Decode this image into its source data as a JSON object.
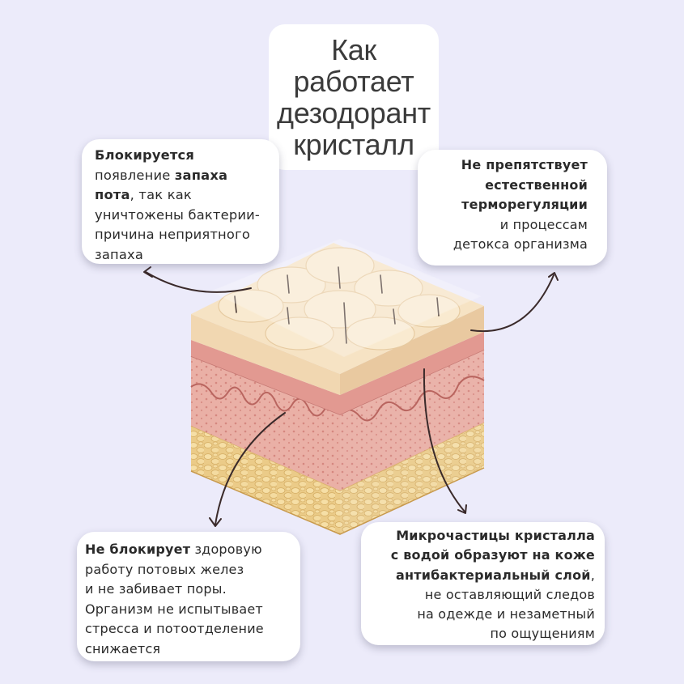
{
  "title": {
    "lines": [
      "Как",
      "работает",
      "дезодорант",
      "кристалл"
    ]
  },
  "cards": {
    "top_left": {
      "l1_bold": "Блокируется",
      "l2_pre": "появление ",
      "l2_bold": "запаха",
      "l3_bold": "пота",
      "l3_post": ", так как",
      "l4": "уничтожены бактерии-",
      "l5": "причина неприятного",
      "l6": "запаха"
    },
    "top_right": {
      "l1_bold": "Не препятствует",
      "l2_bold": "естественной",
      "l3_bold": "терморегуляции",
      "l4": "и процессам",
      "l5": "детокса организма"
    },
    "bottom_left": {
      "l1_bold": "Не блокирует",
      "l1_post": " здоровую",
      "l2": "работу потовых желез",
      "l3": "и не забивает поры.",
      "l4": "Организм не испытывает",
      "l5": "стресса и потоотделение",
      "l6": "снижается"
    },
    "bottom_right": {
      "l1_bold": "Микрочастицы кристалла",
      "l2_bold": "с водой образуют на коже",
      "l3_bold": "антибактериальный слой",
      "l3_post": ",",
      "l4": "не оставляющий следов",
      "l5": "на одежде и незаметный",
      "l6": "по ощущениям"
    }
  },
  "colors": {
    "background": "#ecebfa",
    "card": "#ffffff",
    "text": "#2a2a2a",
    "epidermis": "#f3dcbc",
    "dermis": "#e7a8a0",
    "fat": "#eccb87",
    "arrow": "#3a2a2a"
  }
}
